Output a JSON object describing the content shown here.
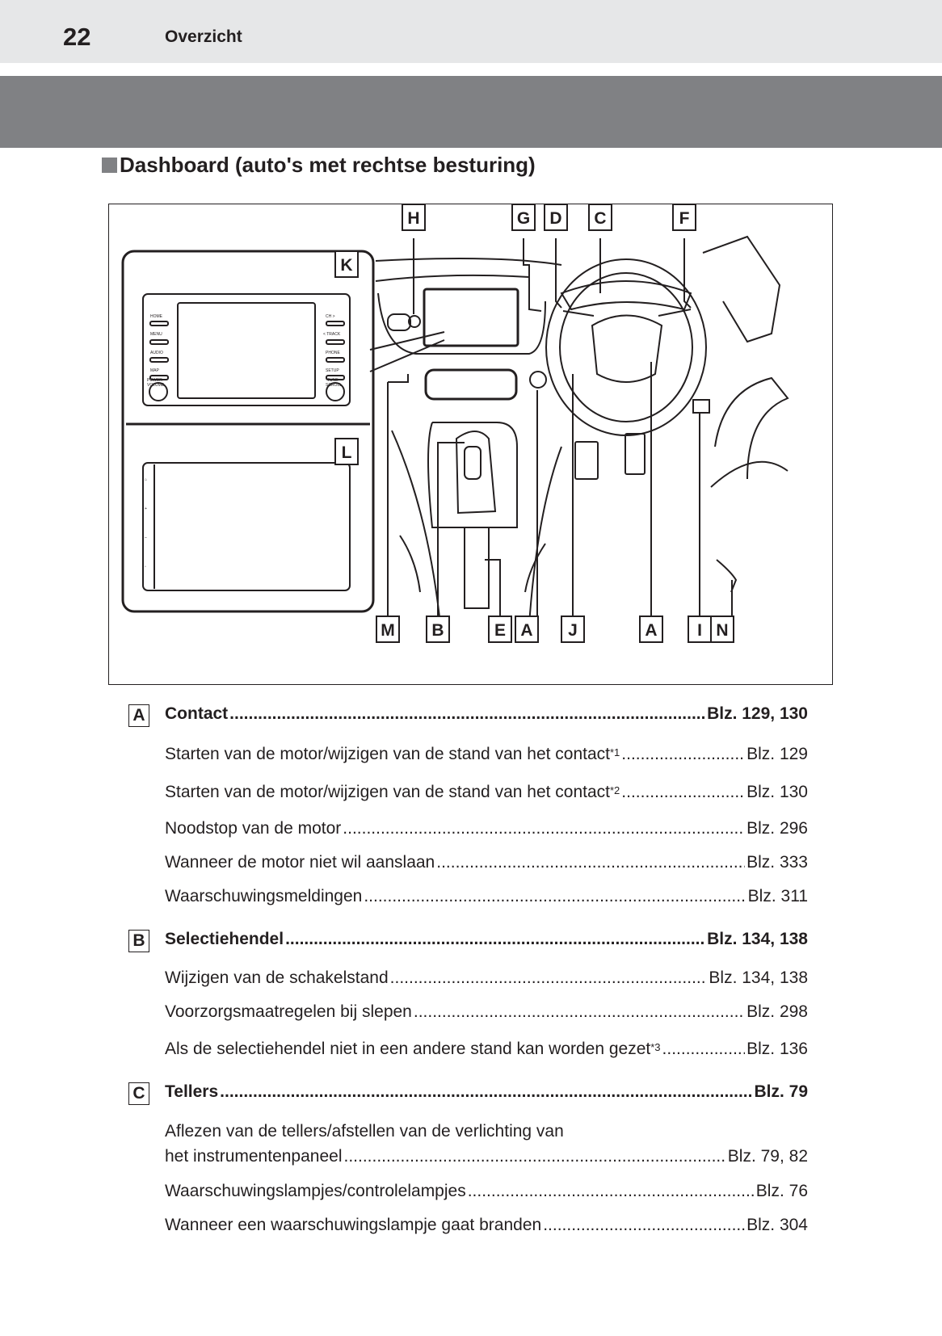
{
  "header": {
    "page_number": "22",
    "section": "Overzicht"
  },
  "title": "Dashboard (auto's met rechtse besturing)",
  "figure": {
    "callouts_top": [
      "H",
      "G",
      "D",
      "C",
      "F",
      "K",
      "L"
    ],
    "callouts_bottom": [
      "M",
      "B",
      "E",
      "A",
      "J",
      "A",
      "I",
      "N"
    ],
    "radio_buttons_left": [
      "HOME",
      "MENU",
      "AUDIO",
      "MAP",
      "POWER VOLUME"
    ],
    "radio_buttons_right": [
      "CH >",
      "< TRACK",
      "PHONE",
      "SETUP",
      "TUNE SCROLL"
    ]
  },
  "entries": [
    {
      "letter": "A",
      "label": "Contact",
      "page": "Blz. 129, 130",
      "items": [
        {
          "text": "Starten van de motor/wijzigen van de stand van het contact",
          "sup": "*1",
          "page": "Blz. 129"
        },
        {
          "text": "Starten van de motor/wijzigen van de stand van het contact",
          "sup": "*2",
          "page": "Blz. 130"
        },
        {
          "text": "Noodstop van de motor",
          "page": "Blz. 296"
        },
        {
          "text": "Wanneer de motor niet wil aanslaan",
          "page": "Blz. 333"
        },
        {
          "text": "Waarschuwingsmeldingen",
          "page": "Blz. 311"
        }
      ]
    },
    {
      "letter": "B",
      "label": "Selectiehendel",
      "page": "Blz. 134, 138",
      "items": [
        {
          "text": "Wijzigen van de schakelstand",
          "page": "Blz. 134, 138"
        },
        {
          "text": "Voorzorgsmaatregelen bij slepen",
          "page": "Blz. 298"
        },
        {
          "text": "Als de selectiehendel niet in een andere stand kan worden gezet",
          "sup": "*3",
          "page": "Blz. 136"
        }
      ]
    },
    {
      "letter": "C",
      "label": "Tellers",
      "page": "Blz. 79",
      "items": [
        {
          "text_line1": "Aflezen van de tellers/afstellen van de verlichting van",
          "text": "het instrumentenpaneel",
          "page": "Blz. 79, 82"
        },
        {
          "text": "Waarschuwingslampjes/controlelampjes",
          "page": "Blz. 76"
        },
        {
          "text": "Wanneer een waarschuwingslampje gaat branden",
          "page": "Blz. 304"
        }
      ]
    }
  ]
}
